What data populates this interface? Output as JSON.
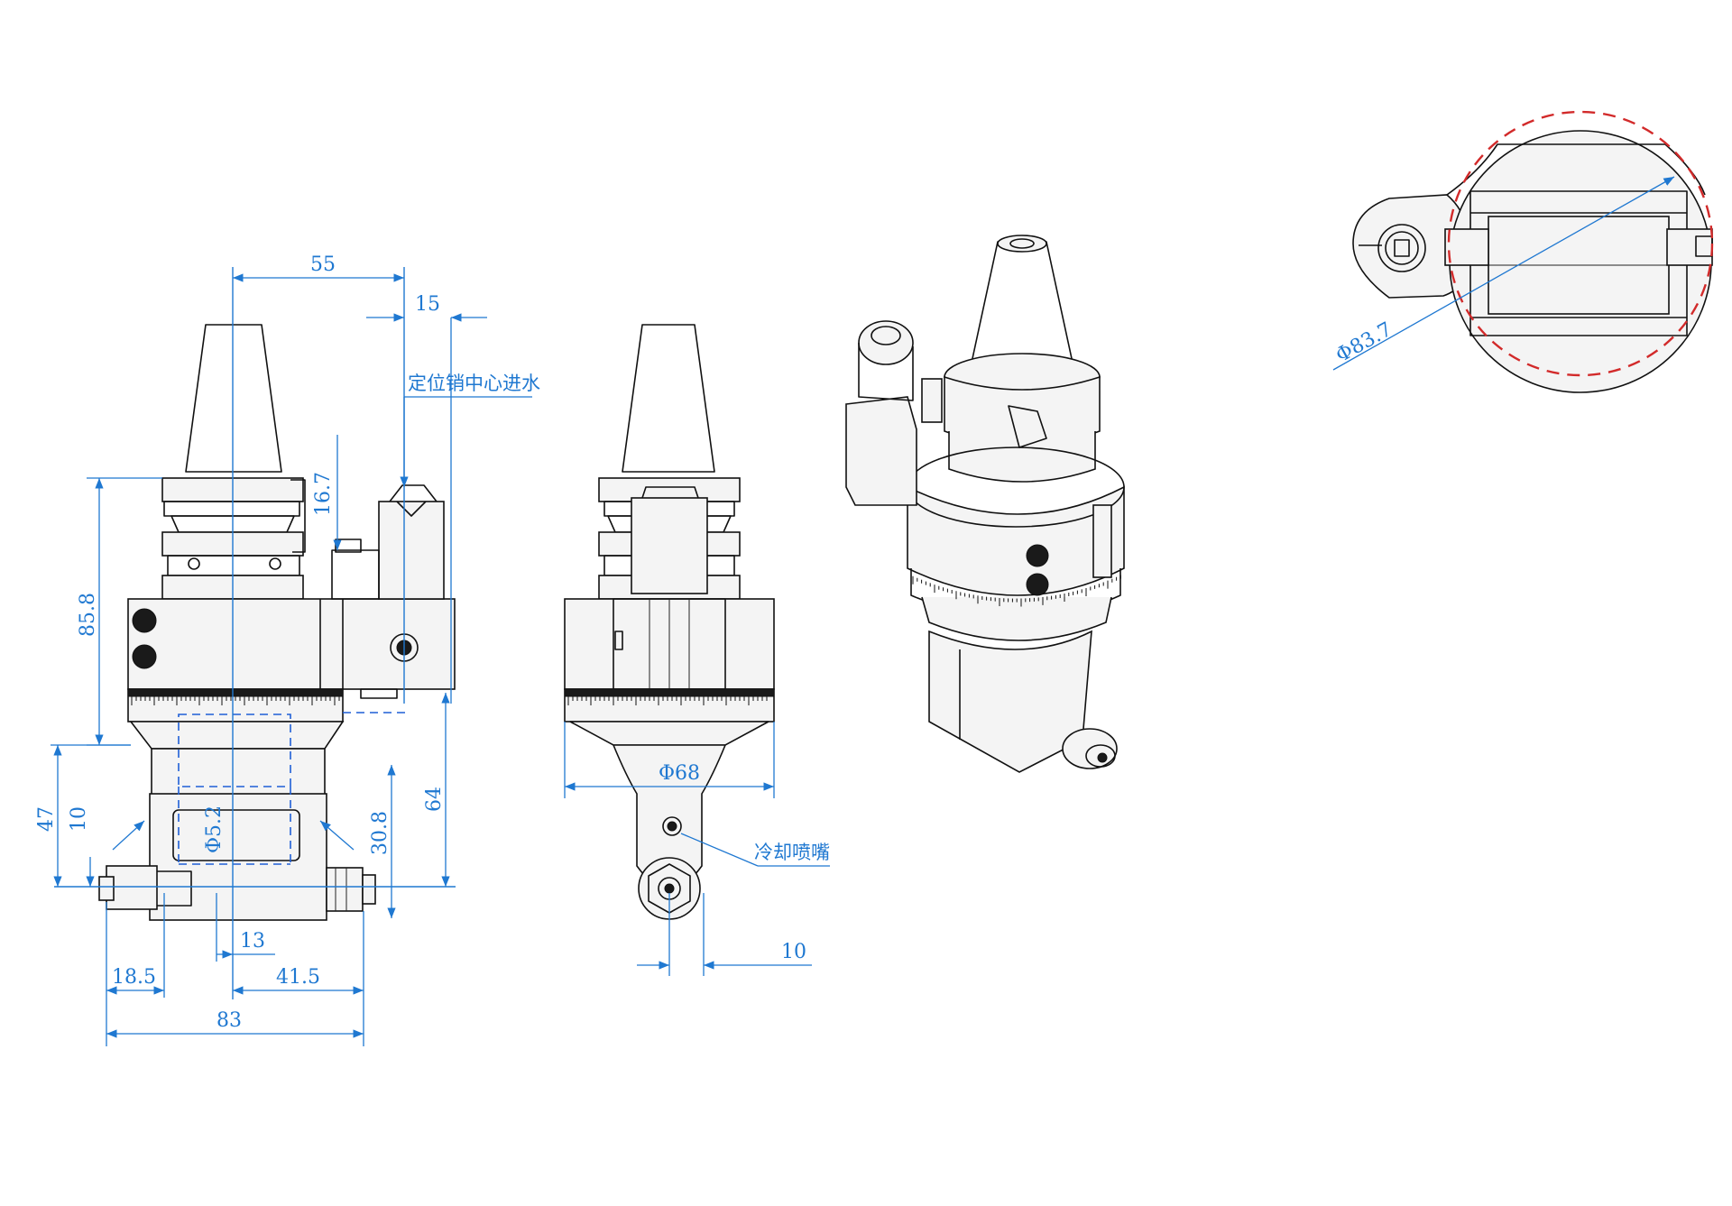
{
  "dimensions": {
    "d55": "55",
    "d15": "15",
    "d16_7": "16.7",
    "d85_8": "85.8",
    "d47": "47",
    "d10_left": "10",
    "d5_2": "Φ5.2",
    "d30_8": "30.8",
    "d64": "64",
    "d13": "13",
    "d18_5": "18.5",
    "d41_5": "41.5",
    "d83": "83",
    "d68": "Φ68",
    "d10_right": "10",
    "d83_7": "Φ83.7"
  },
  "annotations": {
    "locating_pin_water": "定位销中心进水",
    "coolant_nozzle": "冷却喷嘴"
  },
  "colors": {
    "dimension": "#1f78d1",
    "part_outline": "#111111",
    "detail_circle": "#d22a2a"
  }
}
